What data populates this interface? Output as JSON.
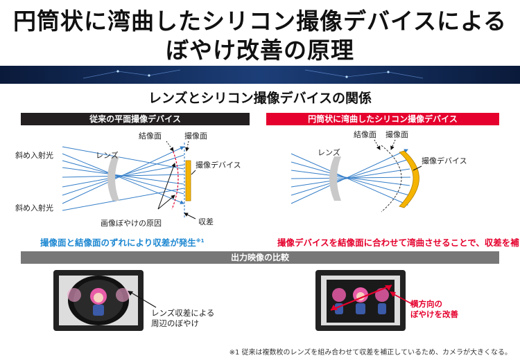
{
  "title": {
    "line1": "円筒状に湾曲したシリコン撮像デバイスによる",
    "line2": "ぼやけ改善の原理"
  },
  "subtitle": "レンズとシリコン撮像デバイスの関係",
  "left": {
    "header": "従来の平面撮像デバイス",
    "labels": {
      "image_plane": "結像面",
      "sensor_plane": "撮像面",
      "oblique_top": "斜め入射光",
      "oblique_bottom": "斜め入射光",
      "lens": "レンズ",
      "device": "撮像デバイス",
      "blur_cause": "画像ぼやけの原因",
      "aberration": "収差"
    },
    "caption": "撮像面と結像面のずれにより収差が発生",
    "caption_mark": "※1"
  },
  "right": {
    "header": "円筒状に湾曲したシリコン撮像デバイス",
    "labels": {
      "image_plane": "結像面",
      "sensor_plane": "撮像面",
      "lens": "レンズ",
      "device": "撮像デバイス"
    },
    "caption": "撮像デバイスを結像面に合わせて湾曲させることで、収差を補正"
  },
  "output_header": "出力映像の比較",
  "notes": {
    "left_line1": "レンズ収差による",
    "left_line2": "周辺のぼやけ",
    "right_line1": "横方向の",
    "right_line2": "ぼやけを改善"
  },
  "footnote": "※1 従来は複数枚のレンズを組み合わせて収差を補正しているため、カメラが大きくなる。",
  "colors": {
    "black": "#231f20",
    "red": "#e5002d",
    "blue": "#1e88d2",
    "sensor_orange": "#f5b400",
    "gray_bar": "#777777"
  }
}
